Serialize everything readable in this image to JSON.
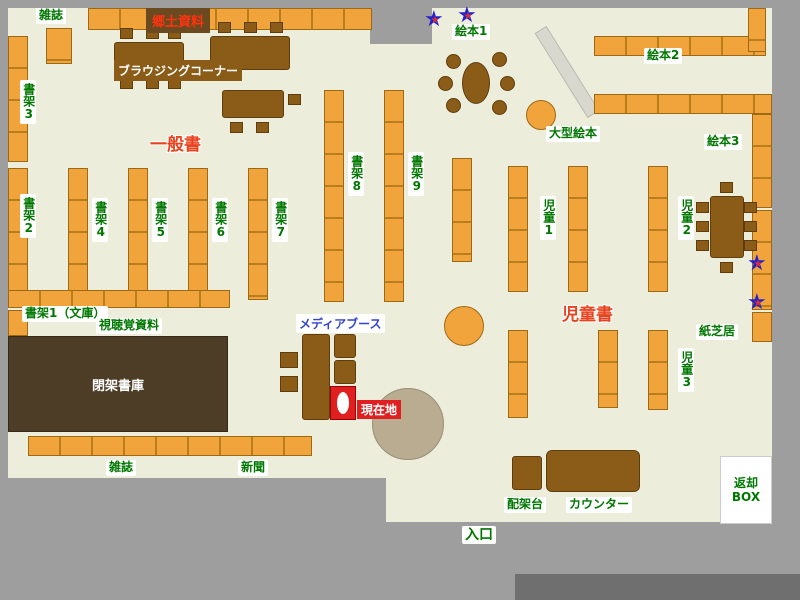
{
  "palette": {
    "floor": "#EDEDDC",
    "wall": "#9E9E9E",
    "shelf_orange": "#F2A43C",
    "shelf_border": "#9C6A14",
    "table_brown": "#8A5C18",
    "closed_stacks_bg": "#4D3D27",
    "label_green": "#007700",
    "area_label_red": "#E8431F",
    "media_blue": "#3344CC",
    "current_location_red": "#E02020",
    "pillar_gray": "#B9AC90",
    "star_blue": "#2222CC",
    "star_red": "#E03030"
  },
  "labels": {
    "magazine_top": "雑誌",
    "local_materials": "郷土資料",
    "browsing_corner": "ブラウジングコーナー",
    "general_books": "一般書",
    "shelf2": "書架2",
    "shelf3": "書架3",
    "shelf4": "書架4",
    "shelf5": "書架5",
    "shelf6": "書架6",
    "shelf7": "書架7",
    "shelf8": "書架8",
    "shelf9": "書架9",
    "shelf1_bunko": "書架1（文庫）",
    "av_materials": "視聴覚資料",
    "closed_stacks": "閉架書庫",
    "magazine_bottom": "雑誌",
    "newspaper": "新聞",
    "media_booth": "メディアブース",
    "current_location": "現在地",
    "picture_book_1": "絵本1",
    "picture_book_2": "絵本2",
    "picture_book_3": "絵本3",
    "large_picture_book": "大型絵本",
    "children_1": "児童1",
    "children_2": "児童2",
    "children_3": "児童3",
    "children_books": "児童書",
    "kamishibai": "紙芝居",
    "shelving_table": "配架台",
    "counter": "カウンター",
    "entrance": "入口",
    "return_box": "返却BOX"
  }
}
